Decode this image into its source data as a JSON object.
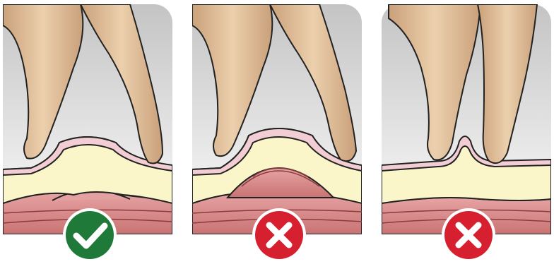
{
  "panels": [
    {
      "id": "correct-pinch",
      "status": "correct",
      "icon": "checkmark-icon"
    },
    {
      "id": "too-deep-pinch",
      "status": "incorrect",
      "icon": "cross-icon"
    },
    {
      "id": "too-shallow-pinch",
      "status": "incorrect",
      "icon": "cross-icon"
    }
  ],
  "colors": {
    "background_top": "#c9c9c9",
    "background_bottom": "#f1f1f1",
    "skin_pink": "#f2cdd3",
    "fat_yellow": "#fbf6c9",
    "muscle_red": "#d98a8a",
    "finger_tan": "#e6c4a0",
    "correct_green": "#1f7a3a",
    "incorrect_red": "#d6202f"
  }
}
